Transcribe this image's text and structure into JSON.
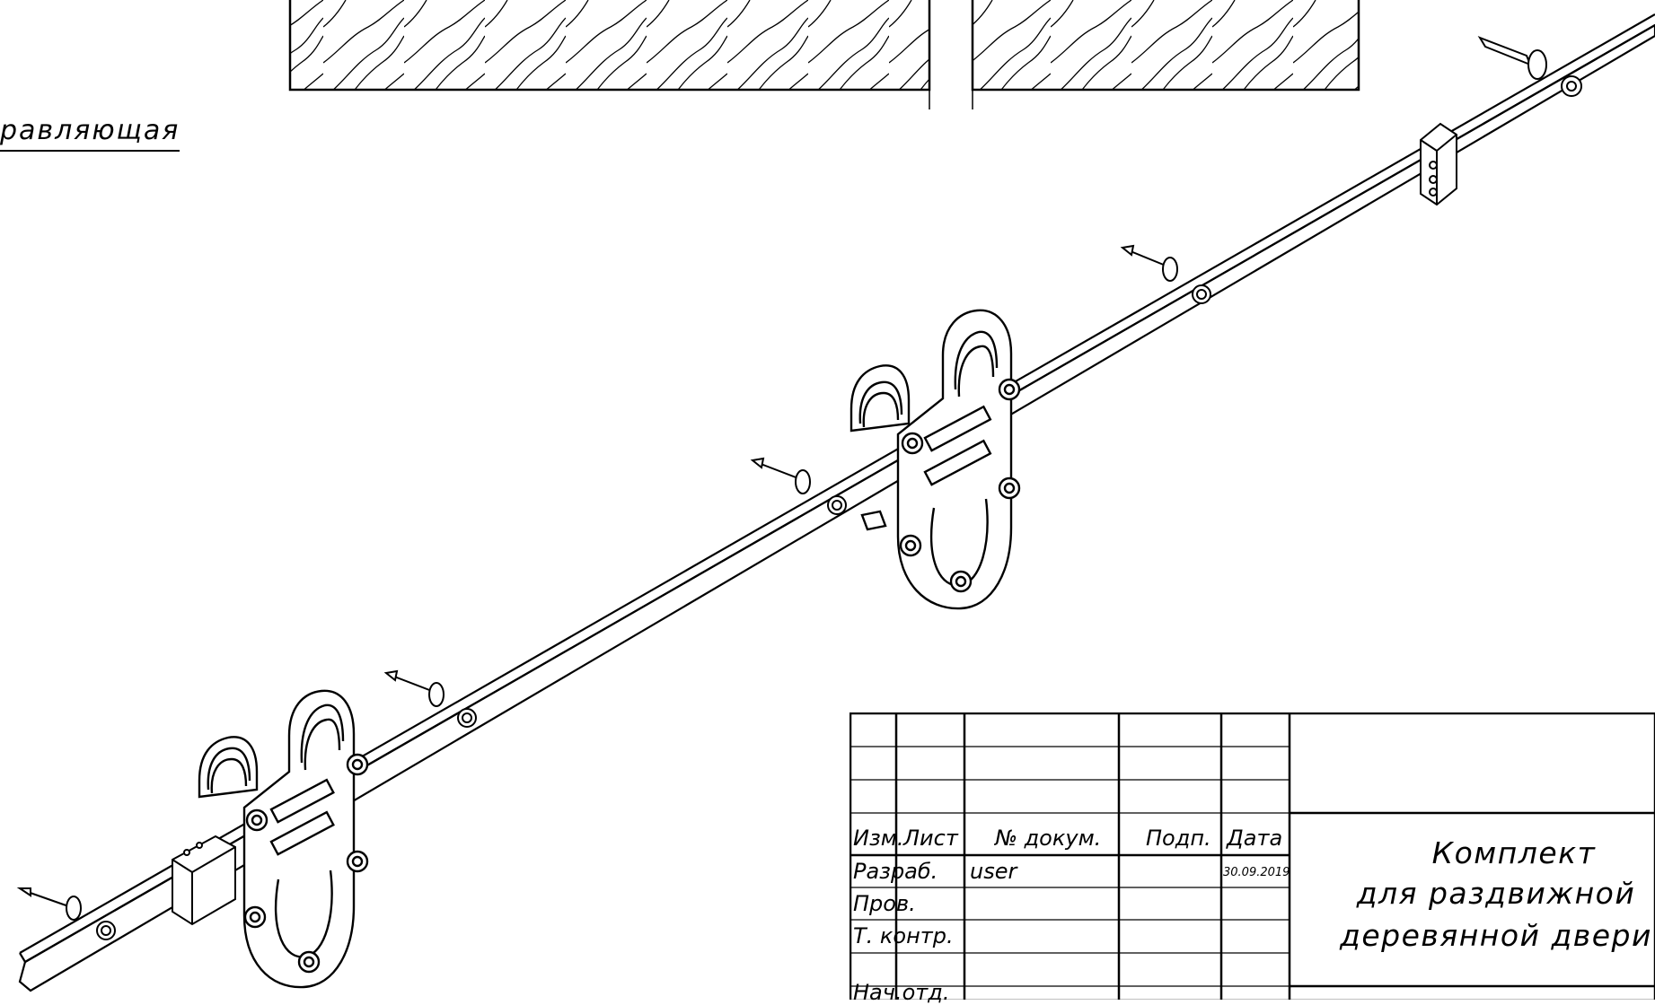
{
  "drawing": {
    "callout_label": "равляющая"
  },
  "title_block": {
    "header": {
      "izm": "Изм.",
      "list": "Лист",
      "doc_no": "№ докум.",
      "sign": "Подп.",
      "date": "Дата"
    },
    "rows": [
      {
        "role": "Разраб.",
        "name": "user",
        "date": "30.09.2019"
      },
      {
        "role": "Пров.",
        "name": "",
        "date": ""
      },
      {
        "role": "Т. контр.",
        "name": "",
        "date": ""
      },
      {
        "role": "Нач.отд.",
        "name": "",
        "date": ""
      }
    ],
    "title_lines": [
      "Комплект",
      "для раздвижной",
      "деревянной двери"
    ]
  }
}
